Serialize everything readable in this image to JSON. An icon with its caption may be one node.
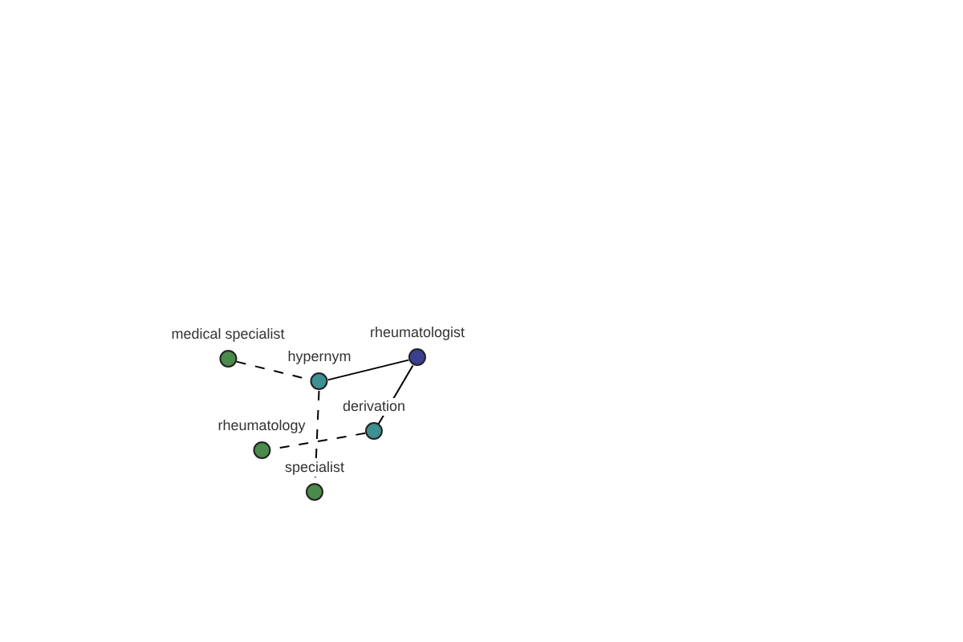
{
  "diagram": {
    "nodes": [
      {
        "text": [
          "medical specialist"
        ]
      },
      {
        "text": [
          "hypernym"
        ]
      },
      {
        "text": [
          "rheumatologist"
        ]
      },
      {
        "text": [
          "derivation"
        ]
      },
      {
        "text": [
          "rheumatology"
        ]
      },
      {
        "text": [
          "specialist"
        ]
      }
    ],
    "edges": [
      {
        "from": 0,
        "to": 1,
        "arrow": "none",
        "style": "dashed"
      },
      {
        "from": 1,
        "to": 2,
        "arrow": "none"
      },
      {
        "from": 1,
        "to": 5,
        "arrow": "none",
        "style": "dashed"
      },
      {
        "from": 2,
        "to": 3,
        "arrow": "none"
      },
      {
        "from": 3,
        "to": 4,
        "arrow": "none",
        "style": "dashed"
      }
    ]
  }
}
